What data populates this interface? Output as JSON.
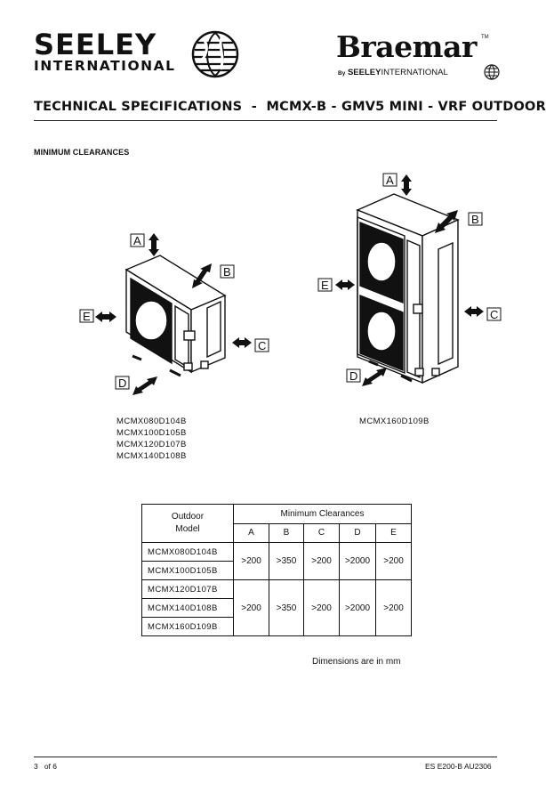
{
  "brand": {
    "seeley_word": "SEELEY",
    "international_word": "INTERNATIONAL",
    "braemar_word": "Braemar",
    "trademark": "TM",
    "by_prefix": "By",
    "by_seeley": "SEELEY",
    "by_international": "INTERNATIONAL"
  },
  "header": {
    "title": "TECHNICAL SPECIFICATIONS  -  MCMX-B - GMV5 MINI - VRF OUTDOOR"
  },
  "section": {
    "heading": "MINIMUM CLEARANCES"
  },
  "diagrams": {
    "small_unit": {
      "labels": {
        "a": "A",
        "b": "B",
        "c": "C",
        "d": "D",
        "e": "E"
      },
      "models": [
        "MCMX080D104B",
        "MCMX100D105B",
        "MCMX120D107B",
        "MCMX140D108B"
      ]
    },
    "large_unit": {
      "labels": {
        "a": "A",
        "b": "B",
        "c": "C",
        "d": "D",
        "e": "E"
      },
      "models": [
        "MCMX160D109B"
      ]
    }
  },
  "table": {
    "model_header": [
      "Outdoor",
      "Model"
    ],
    "clearances_header": "Minimum Clearances",
    "columns": [
      "A",
      "B",
      "C",
      "D",
      "E"
    ],
    "groups": [
      {
        "models": [
          "MCMX080D104B",
          "MCMX100D105B"
        ],
        "values": [
          ">200",
          ">350",
          ">200",
          ">2000",
          ">200"
        ]
      },
      {
        "models": [
          "MCMX120D107B",
          "MCMX140D108B",
          "MCMX160D109B"
        ],
        "values": [
          ">200",
          ">350",
          ">200",
          ">2000",
          ">200"
        ]
      }
    ]
  },
  "note": "Dimensions are in mm",
  "footer": {
    "page_num": "3",
    "page_of": "of 6",
    "doc_code": "ES E200-B AU2306"
  }
}
